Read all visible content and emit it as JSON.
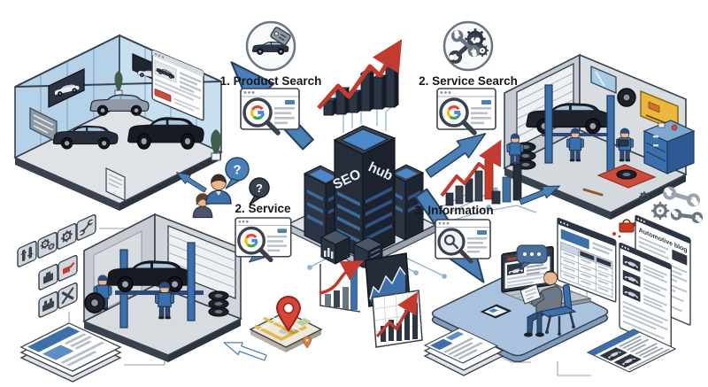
{
  "illustration": {
    "hub": {
      "seo": "SEO",
      "hub_word": "hub"
    },
    "callouts": {
      "product_search": "1. Product Search",
      "service_search": "2. Service Search",
      "service": "2. Service",
      "information": "3. Information"
    },
    "bubbles": {
      "q1": "?",
      "q2": "?"
    },
    "blog_title": "Automotive blog",
    "colors": {
      "arrow_blue": "#4a80b8",
      "navy": "#2b3544",
      "accent_red": "#c23b2e",
      "pin_red": "#d94436",
      "lift_blue": "#3a70ad",
      "platform_blue": "#a9c3de",
      "sign_yellow": "#e9b83c",
      "google_blue": "#4285f4",
      "google_red": "#ea4335",
      "google_yellow": "#fbbc05",
      "google_green": "#34a853"
    },
    "icons": [
      "car-price-tag-icon",
      "service-tools-icon",
      "google-search-icon",
      "magnifier-icon",
      "question-bubble-icon",
      "location-pin-icon",
      "growth-chart-icon",
      "oil-can-icon",
      "wrench-icon",
      "gear-icon",
      "speech-bubble-icon",
      "map-icon"
    ]
  }
}
